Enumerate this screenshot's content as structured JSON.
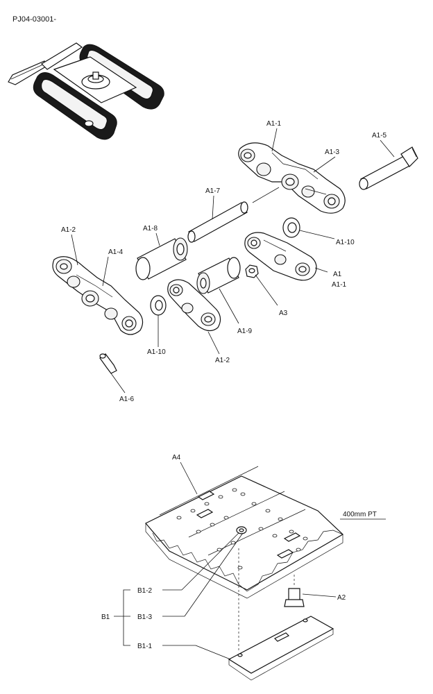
{
  "header": {
    "code": "PJ04-03001-"
  },
  "labels": {
    "a1_1_top": "A1-1",
    "a1_3": "A1-3",
    "a1_5": "A1-5",
    "a1_7": "A1-7",
    "a1_8": "A1-8",
    "a1_2_left": "A1-2",
    "a1_4": "A1-4",
    "a1_10_right": "A1-10",
    "a1": "A1",
    "a1_1_right": "A1-1",
    "a3": "A3",
    "a1_9": "A1-9",
    "a1_10_left": "A1-10",
    "a1_2_bottom": "A1-2",
    "a1_6": "A1-6",
    "a4": "A4",
    "pt_size": "400mm PT",
    "b1_2": "B1-2",
    "b1_3": "B1-3",
    "b1_1": "B1-1",
    "b1": "B1",
    "a2": "A2"
  }
}
